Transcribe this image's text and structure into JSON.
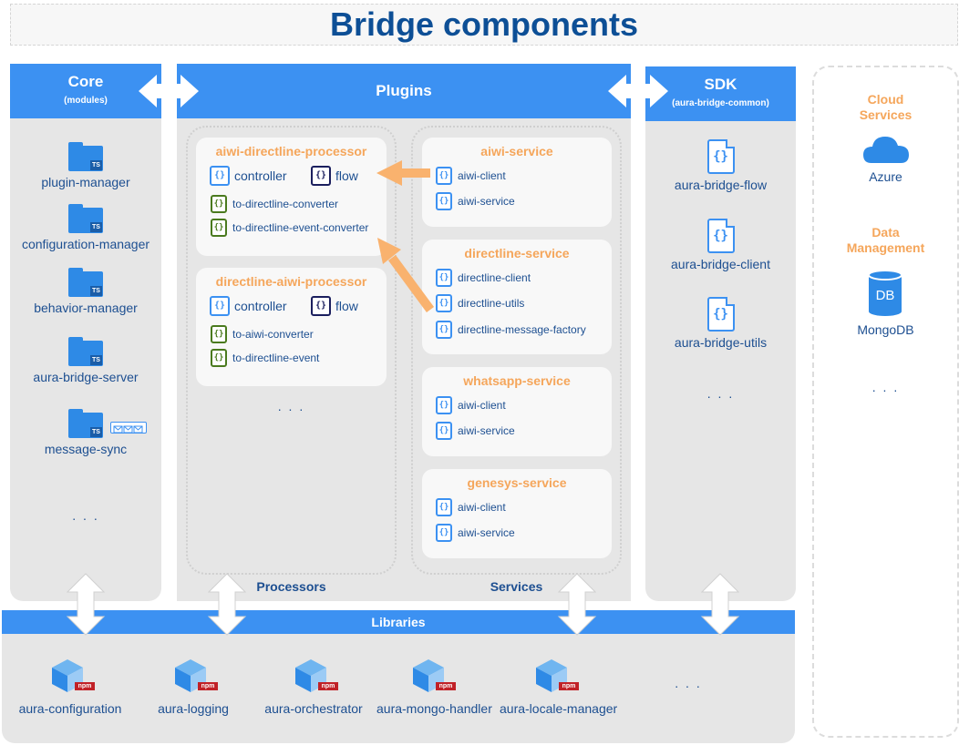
{
  "title": "Bridge components",
  "core": {
    "title": "Core",
    "subtitle": "(modules)",
    "items": [
      {
        "label": "plugin-manager"
      },
      {
        "label": "configuration-manager"
      },
      {
        "label": "behavior-manager"
      },
      {
        "label": "aura-bridge-server"
      },
      {
        "label": "message-sync"
      }
    ],
    "more": ". . .",
    "icon_badge": "TS"
  },
  "plugins": {
    "title": "Plugins",
    "processors": {
      "label": "Processors",
      "more": ". . .",
      "cards": [
        {
          "title": "aiwi-directline-processor",
          "controller": "controller",
          "flow": "flow",
          "converters": [
            "to-directline-converter",
            "to-directline-event-converter"
          ]
        },
        {
          "title": "directline-aiwi-processor",
          "controller": "controller",
          "flow": "flow",
          "converters": [
            "to-aiwi-converter",
            "to-directline-event"
          ]
        }
      ]
    },
    "services": {
      "label": "Services",
      "cards": [
        {
          "title": "aiwi-service",
          "items": [
            "aiwi-client",
            "aiwi-service"
          ]
        },
        {
          "title": "directline-service",
          "items": [
            "directline-client",
            "directline-utils",
            "directline-message-factory"
          ]
        },
        {
          "title": "whatsapp-service",
          "items": [
            "aiwi-client",
            "aiwi-service"
          ]
        },
        {
          "title": "genesys-service",
          "items": [
            "aiwi-client",
            "aiwi-service"
          ]
        }
      ]
    }
  },
  "sdk": {
    "title": "SDK",
    "subtitle": "(aura-bridge-common)",
    "items": [
      {
        "label": "aura-bridge-flow"
      },
      {
        "label": "aura-bridge-client"
      },
      {
        "label": "aura-bridge-utils"
      }
    ],
    "more": ". . ."
  },
  "external": {
    "cloud_title": "Cloud Services",
    "cloud_item": "Azure",
    "data_title": "Data Management",
    "data_item": "MongoDB",
    "db_badge": "DB",
    "more": ". . ."
  },
  "libraries": {
    "title": "Libraries",
    "items": [
      {
        "label": "aura-configuration"
      },
      {
        "label": "aura-logging"
      },
      {
        "label": "aura-orchestrator"
      },
      {
        "label": "aura-mongo-handler"
      },
      {
        "label": "aura-locale-manager"
      }
    ],
    "more": ". . .",
    "npm_badge": "npm"
  },
  "colors": {
    "header_blue": "#3c91f2",
    "title_navy": "#0d4f96",
    "card_title_orange": "#f5a65b",
    "arrow_orange": "#f9b26e",
    "column_gray": "#e6e6e6"
  },
  "icons": {
    "folder": "typescript-folder-icon",
    "code": "code-braces-icon",
    "doc": "code-document-icon",
    "cloud": "cloud-icon",
    "database": "database-icon",
    "package": "npm-package-cube-icon"
  }
}
